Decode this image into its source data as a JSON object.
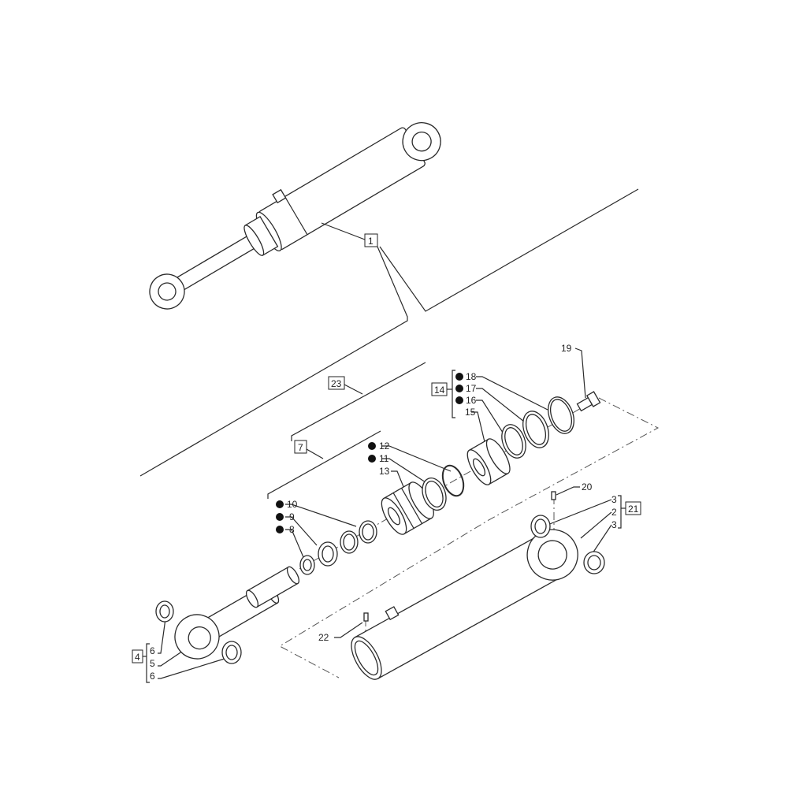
{
  "diagram": {
    "callouts": {
      "c1": "1",
      "c23": "23",
      "c7": "7",
      "c14": "14",
      "c21": "21",
      "c4": "4",
      "c12": "12",
      "c11": "11",
      "c13": "13",
      "c10": "10",
      "c9": "9",
      "c8": "8",
      "c18": "18",
      "c17": "17",
      "c16": "16",
      "c15": "15",
      "c19": "19",
      "c20": "20",
      "c3a": "3",
      "c2": "2",
      "c3b": "3",
      "c22": "22",
      "c6a": "6",
      "c5": "5",
      "c6b": "6"
    },
    "kit_marker": "filled-circle",
    "line_color": "#2a2a2a"
  }
}
